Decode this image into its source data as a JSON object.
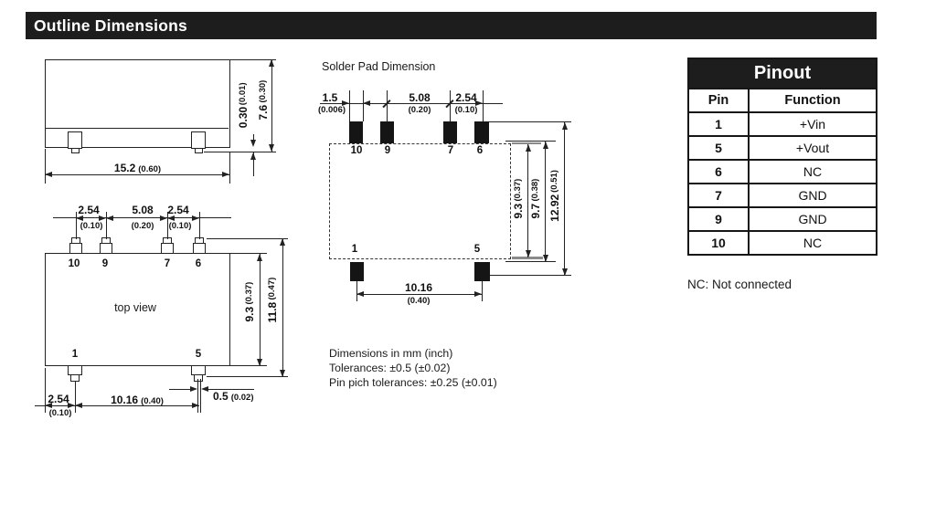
{
  "header": {
    "title": "Outline Dimensions"
  },
  "side_view": {
    "width": {
      "mm": "15.2",
      "in": "(0.60)"
    },
    "height": {
      "mm": "7.6",
      "in": "(0.30)"
    },
    "standoff": {
      "mm": "0.30",
      "in": "(0.01)"
    }
  },
  "top_view": {
    "label": "top view",
    "pins_top": [
      "10",
      "9",
      "7",
      "6"
    ],
    "pins_bottom": [
      "1",
      "5"
    ],
    "pitch_left": {
      "mm": "2.54",
      "in": "(0.10)"
    },
    "pitch_mid": {
      "mm": "5.08",
      "in": "(0.20)"
    },
    "pitch_right": {
      "mm": "2.54",
      "in": "(0.10)"
    },
    "body_depth": {
      "mm": "9.3",
      "in": "(0.37)"
    },
    "overall_depth": {
      "mm": "11.8",
      "in": "(0.47)"
    },
    "edge_offset": {
      "mm": "2.54",
      "in": "(0.10)"
    },
    "pin_span": {
      "mm": "10.16",
      "in": "(0.40)"
    },
    "pin_width": {
      "mm": "0.5",
      "in": "(0.02)"
    }
  },
  "solder_pad": {
    "title": "Solder Pad Dimension",
    "pad_width": {
      "mm": "1.5",
      "in": "(0.006)"
    },
    "pitch_mid": {
      "mm": "5.08",
      "in": "(0.20)"
    },
    "pitch_right": {
      "mm": "2.54",
      "in": "(0.10)"
    },
    "pads_top": [
      "10",
      "9",
      "7",
      "6"
    ],
    "pads_bottom": [
      "1",
      "5"
    ],
    "depth_inner": {
      "mm": "9.3",
      "in": "(0.37)"
    },
    "depth_mid": {
      "mm": "9.7",
      "in": "(0.38)"
    },
    "depth_overall": {
      "mm": "12.92",
      "in": "(0.51)"
    },
    "pad_span": {
      "mm": "10.16",
      "in": "(0.40)"
    }
  },
  "notes": {
    "line1": "Dimensions in mm (inch)",
    "line2": "Tolerances: ±0.5 (±0.02)",
    "line3": "Pin pich tolerances: ±0.25 (±0.01)"
  },
  "pinout": {
    "title": "Pinout",
    "col_pin": "Pin",
    "col_function": "Function",
    "rows": [
      {
        "pin": "1",
        "fn": "+Vin"
      },
      {
        "pin": "5",
        "fn": "+Vout"
      },
      {
        "pin": "6",
        "fn": "NC"
      },
      {
        "pin": "7",
        "fn": "GND"
      },
      {
        "pin": "9",
        "fn": "GND"
      },
      {
        "pin": "10",
        "fn": "NC"
      }
    ],
    "footnote": "NC: Not connected"
  }
}
